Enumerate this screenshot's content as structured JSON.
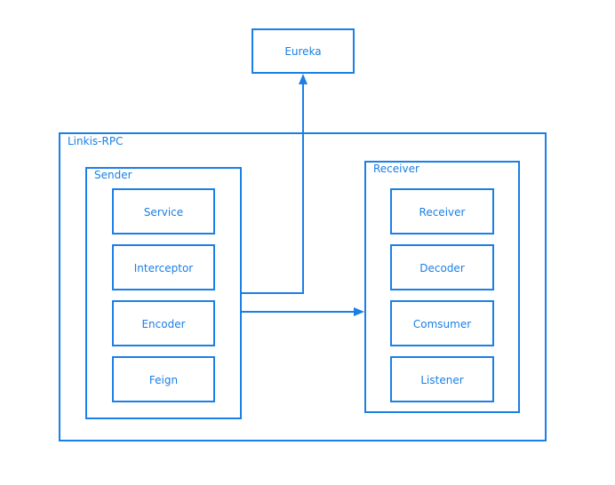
{
  "colors": {
    "stroke": "#1a7fe6",
    "text": "#1a7fe6",
    "background": "#ffffff"
  },
  "eureka": {
    "label": "Eureka"
  },
  "linkis_rpc": {
    "title": "Linkis-RPC",
    "sender": {
      "title": "Sender",
      "components": [
        "Service",
        "Interceptor",
        "Encoder",
        "Feign"
      ]
    },
    "receiver": {
      "title": "Receiver",
      "components": [
        "Receiver",
        "Decoder",
        "Comsumer",
        "Listener"
      ]
    }
  },
  "edges": [
    {
      "from": "sender",
      "to": "eureka"
    },
    {
      "from": "sender",
      "to": "receiver"
    }
  ]
}
